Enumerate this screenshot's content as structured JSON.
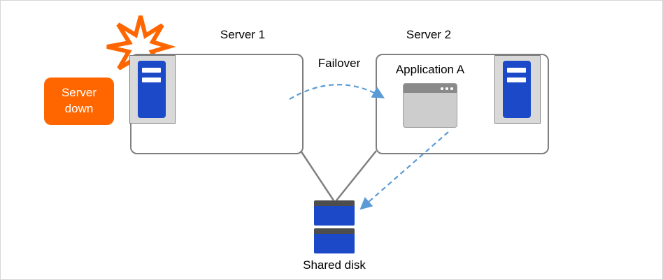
{
  "diagram": {
    "server1": {
      "label": "Server 1"
    },
    "server2": {
      "label": "Server 2"
    },
    "status_badge": {
      "label": "Server down"
    },
    "failover": {
      "label": "Failover"
    },
    "application": {
      "label": "Application A"
    },
    "shared_disk": {
      "label": "Shared disk"
    },
    "icons": {
      "server_tower": "server-tower-icon",
      "app_window": "app-window-icon",
      "explosion": "explosion-burst-icon",
      "shared_disk": "shared-disk-icon",
      "failover_arrow": "failover-dashed-arrow",
      "app_to_disk_arrow": "app-to-disk-dashed-arrow",
      "connector_lines": "server-to-disk-connectors"
    },
    "colors": {
      "orange": "#FF6600",
      "server_blue": "#1B49C8",
      "disk_cap_gray": "#4D4D4D",
      "connector_gray": "#808080",
      "arrow_blue": "#5B9BD5",
      "box_border_gray": "#7F7F7F",
      "icon_frame_gray": "#D9D9D9",
      "app_window_gray": "#CDCDCD",
      "app_titlebar_gray": "#8A8A8A"
    }
  }
}
